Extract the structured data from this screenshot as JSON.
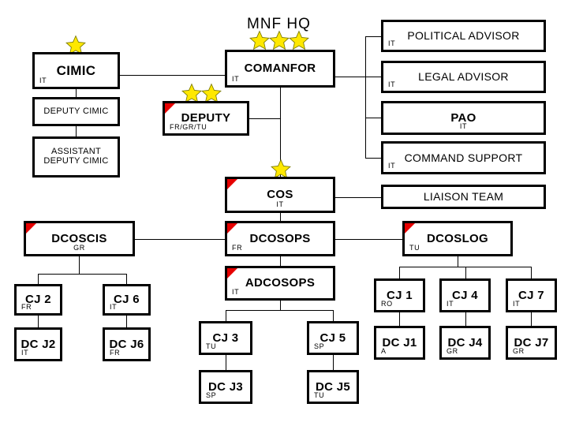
{
  "chart_title": "MNF HQ",
  "legend": {
    "star_color": "#ffe800",
    "flash_color": "#e60000",
    "box_border_color": "#000000",
    "background_color": "#ffffff"
  },
  "nodes": {
    "comanfor": {
      "title": "COMANFOR",
      "code": "IT",
      "stars": 3,
      "flash": false
    },
    "cimic": {
      "title": "CIMIC",
      "code": "IT",
      "stars": 1,
      "flash": false
    },
    "deputy_cimic": {
      "title": "DEPUTY CIMIC",
      "code": "",
      "stars": 0,
      "flash": false
    },
    "assistant_deputy_cimic": {
      "title": "ASSISTANT\nDEPUTY CIMIC",
      "code": "",
      "stars": 0,
      "flash": false
    },
    "deputy": {
      "title": "DEPUTY",
      "code": "FR/GR/TU",
      "stars": 2,
      "flash": true
    },
    "political_advisor": {
      "title": "POLITICAL ADVISOR",
      "code": "IT",
      "stars": 0,
      "flash": false
    },
    "legal_advisor": {
      "title": "LEGAL ADVISOR",
      "code": "IT",
      "stars": 0,
      "flash": false
    },
    "pao": {
      "title": "PAO",
      "code": "IT",
      "stars": 0,
      "flash": false
    },
    "command_support": {
      "title": "COMMAND SUPPORT",
      "code": "IT",
      "stars": 0,
      "flash": false
    },
    "liaison_team": {
      "title": "LIAISON TEAM",
      "code": "",
      "stars": 0,
      "flash": false
    },
    "cos": {
      "title": "COS",
      "code": "IT",
      "stars": 1,
      "flash": true
    },
    "dcoscis": {
      "title": "DCOSCIS",
      "code": "GR",
      "stars": 0,
      "flash": true
    },
    "dcosops": {
      "title": "DCOSOPS",
      "code": "FR",
      "stars": 0,
      "flash": true
    },
    "dcoslog": {
      "title": "DCOSLOG",
      "code": "TU",
      "stars": 0,
      "flash": true
    },
    "adcosops": {
      "title": "ADCOSOPS",
      "code": "IT",
      "stars": 0,
      "flash": true
    },
    "cj2": {
      "title": "CJ 2",
      "code": "FR",
      "stars": 0,
      "flash": false
    },
    "cj6": {
      "title": "CJ 6",
      "code": "IT",
      "stars": 0,
      "flash": false
    },
    "dcj2": {
      "title": "DC J2",
      "code": "IT",
      "stars": 0,
      "flash": false
    },
    "dcj6": {
      "title": "DC J6",
      "code": "FR",
      "stars": 0,
      "flash": false
    },
    "cj3": {
      "title": "CJ 3",
      "code": "TU",
      "stars": 0,
      "flash": false
    },
    "cj5": {
      "title": "CJ 5",
      "code": "SP",
      "stars": 0,
      "flash": false
    },
    "dcj3": {
      "title": "DC J3",
      "code": "SP",
      "stars": 0,
      "flash": false
    },
    "dcj5": {
      "title": "DC J5",
      "code": "TU",
      "stars": 0,
      "flash": false
    },
    "cj1": {
      "title": "CJ 1",
      "code": "RO",
      "stars": 0,
      "flash": false
    },
    "cj4": {
      "title": "CJ 4",
      "code": "IT",
      "stars": 0,
      "flash": false
    },
    "cj7": {
      "title": "CJ 7",
      "code": "IT",
      "stars": 0,
      "flash": false
    },
    "dcj1": {
      "title": "DC J1",
      "code": "A",
      "stars": 0,
      "flash": false
    },
    "dcj4": {
      "title": "DC J4",
      "code": "GR",
      "stars": 0,
      "flash": false
    },
    "dcj7": {
      "title": "DC J7",
      "code": "GR",
      "stars": 0,
      "flash": false
    }
  }
}
